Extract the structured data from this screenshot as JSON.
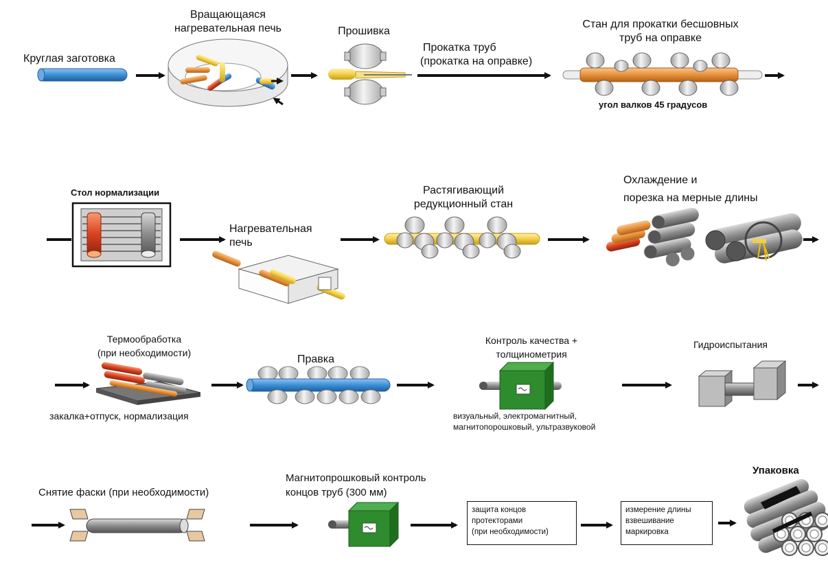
{
  "diagram": {
    "row1": {
      "billet": "Круглая заготовка",
      "furnace_line1": "Вращающаяся",
      "furnace_line2": "нагревательная печь",
      "piercing": "Прошивка",
      "rolling_line1": "Прокатка труб",
      "rolling_line2": "(прокатка на оправке)",
      "mill_line1": "Стан для прокатки бесшовных",
      "mill_line2": "труб на оправке",
      "roll_angle": "угол валков 45 градусов"
    },
    "row2": {
      "normalizing_table": "Стол нормализации",
      "heating_furnace_line1": "Нагревательная",
      "heating_furnace_line2": "печь",
      "stretch_mill_line1": "Растягивающий",
      "stretch_mill_line2": "редукционный стан",
      "cooling_line1": "Охлаждение и",
      "cooling_line2": "порезка на мерные длины"
    },
    "row3": {
      "heat_treatment_line1": "Термообработка",
      "heat_treatment_line2": "(при необходимости)",
      "heat_treatment_note": "закалка+отпуск, нормализация",
      "straightening": "Правка",
      "quality_line1": "Контроль качества +",
      "quality_line2": "толщинометрия",
      "quality_note_line1": "визуальный, электромагнитный,",
      "quality_note_line2": "магнитопорошковый, ультразвуковой",
      "hydrotest": "Гидроиспытания"
    },
    "row4": {
      "chamfering": "Снятие фаски (при необходимости)",
      "mpi_line1": "Магнитопрошковый контроль",
      "mpi_line2": "концов труб (300 мм)",
      "protect_line1": "защита концов",
      "protect_line2": "протекторами",
      "protect_line3": "(при необходимости)",
      "measure_line1": "измерение длины",
      "measure_line2": "взвешивание",
      "measure_line3": "маркировка",
      "packing": "Упаковка"
    }
  },
  "colors": {
    "billet_blue": "#3d8fd6",
    "heated_orange": "#e8903a",
    "hot_red": "#d9411e",
    "yellow_tube": "#f2cf4a",
    "inspection_green": "#2e8b2e",
    "steel_gray": "#8a8a8a",
    "arrow_black": "#111111"
  }
}
